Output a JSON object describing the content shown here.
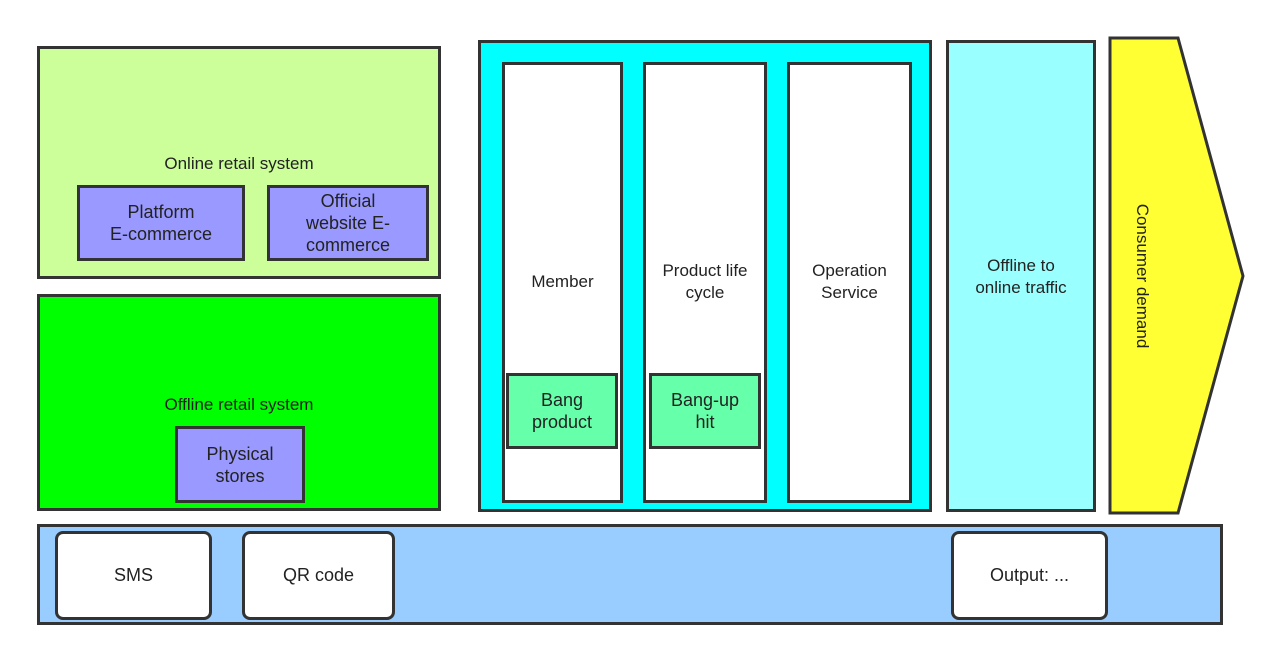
{
  "colors": {
    "online_bg": "#ccff99",
    "offline_bg": "#00ff00",
    "purple_chip": "#9999ff",
    "teal_chip": "#66ffaa",
    "cyan_frame": "#00ffff",
    "light_cyan": "#99ffff",
    "yellow_arrow": "#ffff33",
    "bottom_bar": "#99ccff",
    "border": "#333333"
  },
  "online": {
    "title": "Online retail system",
    "platform": "Platform\nE-commerce",
    "official": "Official\nwebsite E-\ncommerce"
  },
  "offline": {
    "title": "Offline retail system",
    "stores": "Physical\nstores"
  },
  "center": {
    "member": "Member",
    "member_chip": "Bang\nproduct",
    "lifecycle": "Product life\ncycle",
    "lifecycle_chip": "Bang-up\nhit",
    "operation": "Operation\nService"
  },
  "traffic": {
    "label": "Offline to\nonline traffic"
  },
  "demand": {
    "label": "Consumer demand"
  },
  "bottom": {
    "sms": "SMS",
    "qr": "QR code",
    "output": "Output: ..."
  }
}
